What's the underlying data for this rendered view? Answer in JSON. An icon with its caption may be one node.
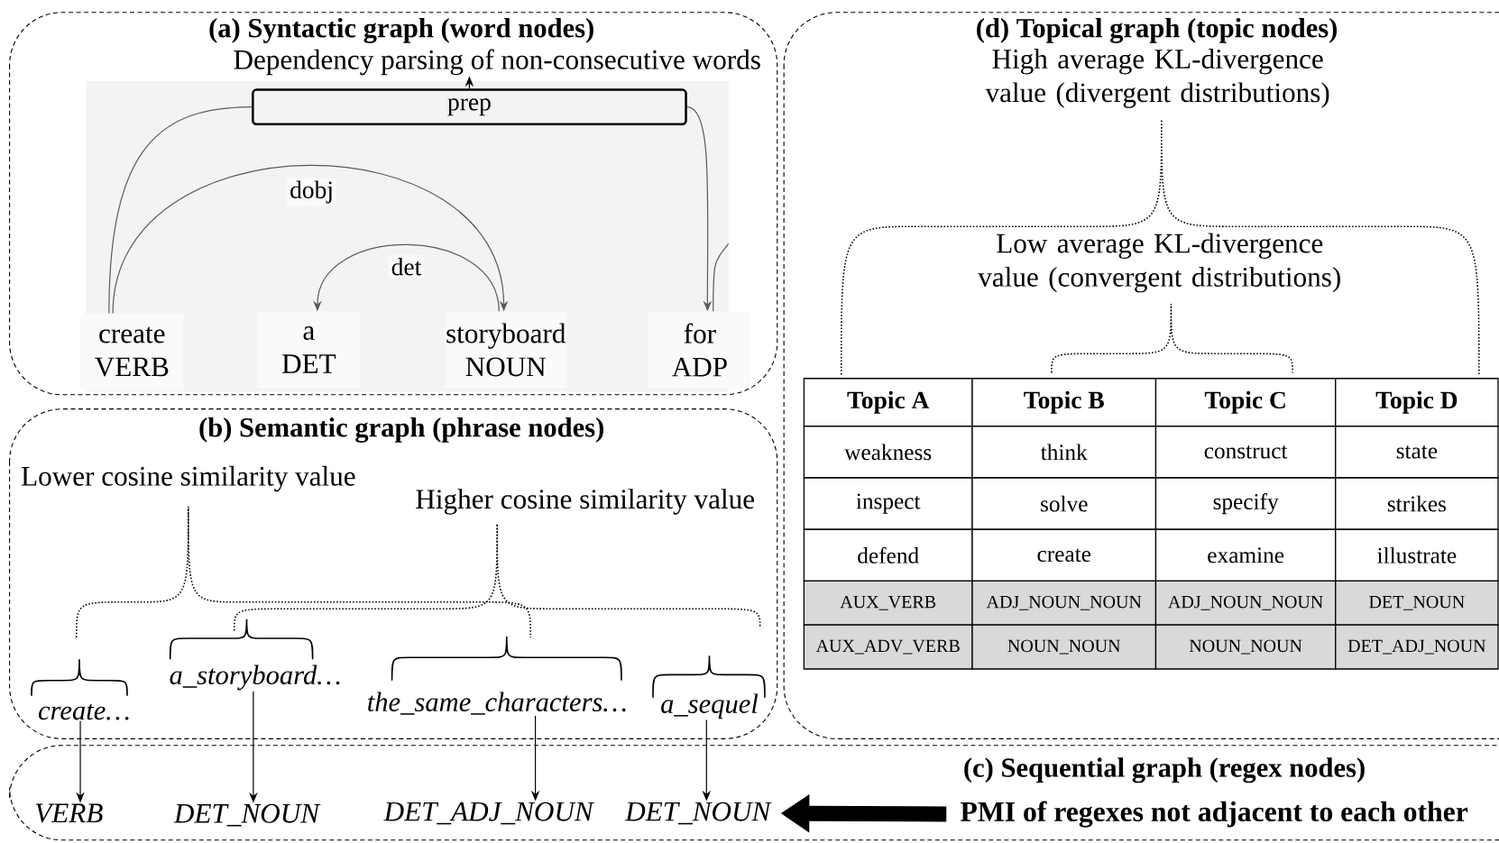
{
  "diagram": {
    "nodes": [
      {
        "text": [
          "(a) Syntactic graph (word nodes)"
        ]
      },
      {
        "text": [
          "Dependency parsing of non-consecutive words"
        ],
        "in": 0
      },
      {
        "text": [
          "prep"
        ],
        "in": 0
      },
      {
        "text": [
          "create",
          "VERB"
        ],
        "in": 0
      },
      {
        "text": [
          "a",
          "DET"
        ],
        "in": 0
      },
      {
        "text": [
          "storyboard",
          "NOUN"
        ],
        "in": 0
      },
      {
        "text": [
          "for",
          "ADP"
        ],
        "in": 0
      },
      {
        "text": [
          "(b) Semantic graph (phrase nodes)"
        ]
      },
      {
        "text": [
          "Lower cosine similarity value"
        ],
        "in": 7
      },
      {
        "text": [
          "Higher cosine similarity value"
        ],
        "in": 7
      },
      {
        "text": [
          "create…"
        ],
        "in": 7
      },
      {
        "text": [
          "a_storyboard…"
        ],
        "in": 7
      },
      {
        "text": [
          "the_same_characters…"
        ],
        "in": 7
      },
      {
        "text": [
          "a_sequel"
        ],
        "in": 7
      },
      {
        "text": [
          "(c) Sequential graph (regex nodes)"
        ]
      },
      {
        "text": [
          "VERB"
        ],
        "in": 14
      },
      {
        "text": [
          "DET_NOUN"
        ],
        "in": 14
      },
      {
        "text": [
          "DET_ADJ_NOUN"
        ],
        "in": 14
      },
      {
        "text": [
          "DET_NOUN"
        ],
        "in": 14
      },
      {
        "text": [
          "PMI of regexes not adjacent to each other"
        ],
        "in": 14
      },
      {
        "text": [
          "(d) Topical graph (topic nodes)"
        ]
      },
      {
        "text": [
          "High average KL-divergence value (divergent distributions)"
        ],
        "in": 20
      },
      {
        "text": [
          "Low average KL-divergence value (convergent distributions)"
        ],
        "in": 20
      }
    ],
    "edges": [
      {
        "from": 3,
        "to": 5,
        "arrow": "to",
        "label": "dobj"
      },
      {
        "from": 5,
        "to": 4,
        "arrow": "to",
        "label": "det"
      },
      {
        "from": 3,
        "to": 2,
        "arrow": "none"
      },
      {
        "from": 2,
        "to": 6,
        "arrow": "to"
      },
      {
        "from": 6,
        "to": null,
        "arrow": "none"
      },
      {
        "from": 2,
        "to": 1,
        "arrow": "to"
      },
      {
        "from": 10,
        "to": 15,
        "arrow": "to"
      },
      {
        "from": 11,
        "to": 16,
        "arrow": "to"
      },
      {
        "from": 12,
        "to": 17,
        "arrow": "to"
      },
      {
        "from": 13,
        "to": 18,
        "arrow": "to"
      },
      {
        "from": 19,
        "to": 18,
        "arrow": "to",
        "style": "thick"
      }
    ],
    "labels": [
      "Topic A",
      "Topic B",
      "Topic C",
      "Topic D",
      "weakness",
      "think",
      "construct",
      "state",
      "inspect",
      "solve",
      "specify",
      "strikes",
      "defend",
      "create",
      "examine",
      "illustrate",
      "AUX_VERB",
      "ADJ_NOUN_NOUN",
      "ADJ_NOUN_NOUN",
      "DET_NOUN",
      "AUX_ADV_VERB",
      "NOUN_NOUN",
      "NOUN_NOUN",
      "DET_ADJ_NOUN"
    ]
  }
}
